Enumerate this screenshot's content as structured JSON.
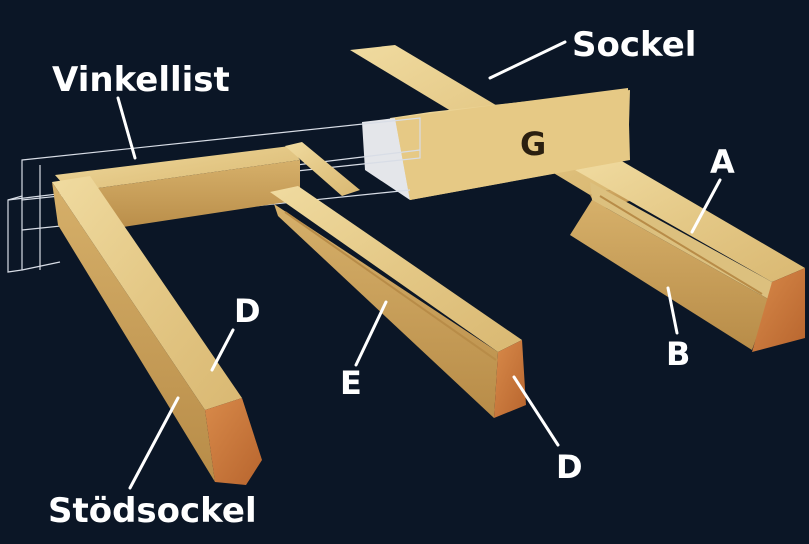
{
  "labels": {
    "sockel": "Sockel",
    "vinkellist": "Vinkellist",
    "g": "G",
    "a": "A",
    "b": "B",
    "d_left": "D",
    "e": "E",
    "d_right": "D",
    "stodsockel": "Stödsockel"
  },
  "colors": {
    "background": "#0b1626",
    "wood_top": "#e9cf8e",
    "wood_side": "#c9a25c",
    "wood_end": "#c97b3f",
    "outline": "#d8dde6",
    "label": "#ffffff"
  }
}
